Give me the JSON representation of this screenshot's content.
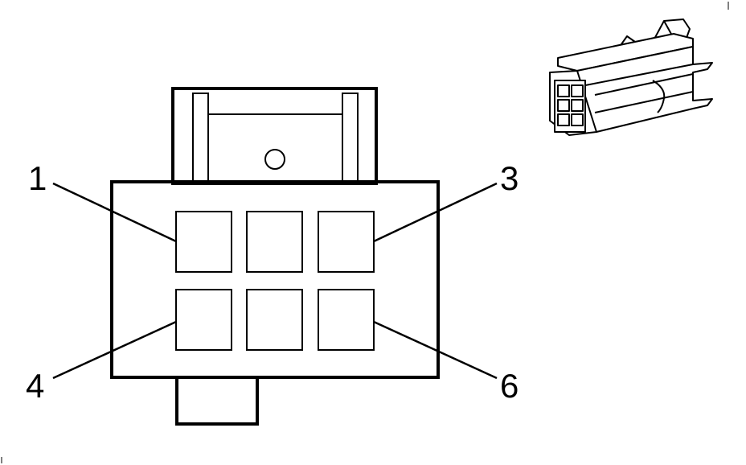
{
  "connector": {
    "pin_labels": [
      {
        "id": "pin-1",
        "text": "1"
      },
      {
        "id": "pin-3",
        "text": "3"
      },
      {
        "id": "pin-4",
        "text": "4"
      },
      {
        "id": "pin-6",
        "text": "6"
      }
    ]
  },
  "colors": {
    "line": "#000000",
    "background": "#ffffff"
  }
}
